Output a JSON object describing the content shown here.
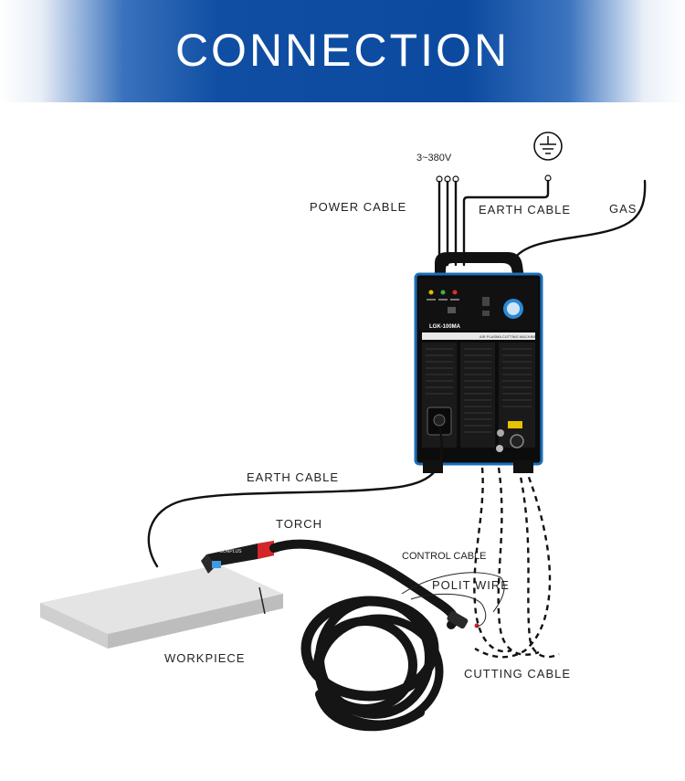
{
  "header": {
    "title": "CONNECTION"
  },
  "labels": {
    "voltage": "3~380V",
    "power_cable": "POWER CABLE",
    "earth_cable_top": "EARTH CABLE",
    "gas": "GAS",
    "earth_cable_bottom": "EARTH CABLE",
    "torch": "TORCH",
    "control_cable": "CONTROL CABLE",
    "polit_wire": "POLIT WIRE",
    "workpiece": "WORKPIECE",
    "cutting_cable": "CUTTING CABLE"
  },
  "machine": {
    "model": "LGK-100MA",
    "panel_caption": "AIR PLASMA CUTTING MACHINE"
  },
  "torch_brand": "GONPLUS",
  "colors": {
    "banner": "#0f4ea3",
    "machine_body": "#0c0c0c",
    "machine_trim": "#1b6fb8",
    "accent_dial": "#2a8ad6"
  },
  "icons": {
    "ground": "ground-symbol-icon"
  }
}
